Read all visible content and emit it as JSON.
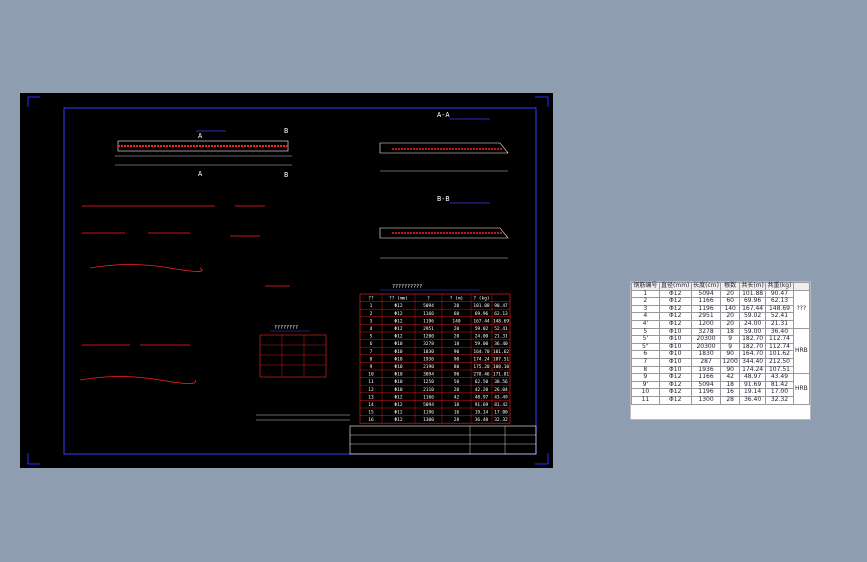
{
  "drawing": {
    "section_aa": "A-A",
    "section_bb": "B-B",
    "plan_labels": {
      "a_left": "A",
      "b_left": "B",
      "a_right": "A",
      "b_right": "B"
    },
    "table_title": "??????????",
    "small_table_title": "????????",
    "title_block": {
      "row1": [
        "",
        "",
        "",
        ""
      ],
      "row2": [
        "",
        "",
        ""
      ],
      "row3": [
        "",
        "",
        ""
      ]
    },
    "rebar_table": {
      "headers": [
        "?? ",
        "?? (mm)",
        "? ",
        "? (m)",
        "? (kg)"
      ],
      "rows": [
        [
          "1",
          "Φ12",
          "5094",
          "20",
          "101.88",
          "90.47"
        ],
        [
          "2",
          "Φ12",
          "1166",
          "60",
          "69.96",
          "62.13"
        ],
        [
          "3",
          "Φ12",
          "1196",
          "140",
          "167.44",
          "148.69"
        ],
        [
          "4",
          "Φ12",
          "2951",
          "20",
          "59.02",
          "52.41"
        ],
        [
          "5",
          "Φ12",
          "1200",
          "20",
          "24.00",
          "21.31"
        ],
        [
          "6",
          "Φ10",
          "3278",
          "18",
          "59.00",
          "36.40"
        ],
        [
          "7",
          "Φ10",
          "1830",
          "90",
          "164.70",
          "101.62"
        ],
        [
          "8",
          "Φ10",
          "1936",
          "90",
          "174.24",
          "107.51"
        ],
        [
          "9",
          "Φ10",
          "2190",
          "80",
          "175.20",
          "108.10"
        ],
        [
          "10",
          "Φ10",
          "3094",
          "90",
          "278.46",
          "171.81"
        ],
        [
          "11",
          "Φ10",
          "1250",
          "50",
          "62.50",
          "38.56"
        ],
        [
          "12",
          "Φ10",
          "2110",
          "20",
          "42.20",
          "26.04"
        ],
        [
          "13",
          "Φ12",
          "1166",
          "42",
          "48.97",
          "43.49"
        ],
        [
          "14",
          "Φ12",
          "5094",
          "18",
          "91.69",
          "81.42"
        ],
        [
          "15",
          "Φ12",
          "1196",
          "16",
          "19.14",
          "17.00"
        ],
        [
          "16",
          "Φ12",
          "1300",
          "28",
          "36.40",
          "32.32"
        ]
      ]
    }
  },
  "side_table": {
    "headers": [
      "钢筋编号",
      "直径(mm)",
      "长度(cm)",
      "根数",
      "共长(m)",
      "共重(kg)",
      ""
    ],
    "rows": [
      [
        "1",
        "Φ12",
        "5094",
        "20",
        "101.88",
        "90.47",
        ""
      ],
      [
        "2",
        "Φ12",
        "1166",
        "60",
        "69.96",
        "62.13",
        ""
      ],
      [
        "3",
        "Φ12",
        "1196",
        "140",
        "167.44",
        "148.69",
        ""
      ],
      [
        "4",
        "Φ12",
        "2951",
        "20",
        "59.02",
        "52.41",
        ""
      ],
      [
        "4'",
        "Φ12",
        "1200",
        "20",
        "24.00",
        "21.31",
        ""
      ],
      [
        "5",
        "Φ10",
        "3278",
        "18",
        "59.00",
        "36.40",
        ""
      ],
      [
        "5'",
        "Φ10",
        "20300",
        "9",
        "182.70",
        "112.74",
        ""
      ],
      [
        "5\"",
        "Φ10",
        "20300",
        "9",
        "182.70",
        "112.74",
        ""
      ],
      [
        "6",
        "Φ10",
        "1830",
        "90",
        "164.70",
        "101.62",
        ""
      ],
      [
        "7",
        "Φ10",
        "287",
        "1200",
        "344.40",
        "212.50",
        ""
      ],
      [
        "8",
        "Φ10",
        "1936",
        "90",
        "174.24",
        "107.51",
        ""
      ],
      [
        "9",
        "Φ12",
        "1166",
        "42",
        "48.97",
        "43.49",
        ""
      ],
      [
        "9'",
        "Φ12",
        "5094",
        "18",
        "91.69",
        "81.42",
        ""
      ],
      [
        "10",
        "Φ12",
        "1196",
        "16",
        "19.14",
        "17.00",
        ""
      ],
      [
        "11",
        "Φ12",
        "1300",
        "28",
        "36.40",
        "32.32",
        ""
      ]
    ],
    "groups": [
      "???",
      "HRB",
      "HRB"
    ]
  },
  "colors": {
    "background": "#8f9db1",
    "canvas": "#000000",
    "frame": "#2c2cff",
    "line_white": "#ffffff",
    "line_red": "#ff2020",
    "table_red": "#ff2020"
  }
}
